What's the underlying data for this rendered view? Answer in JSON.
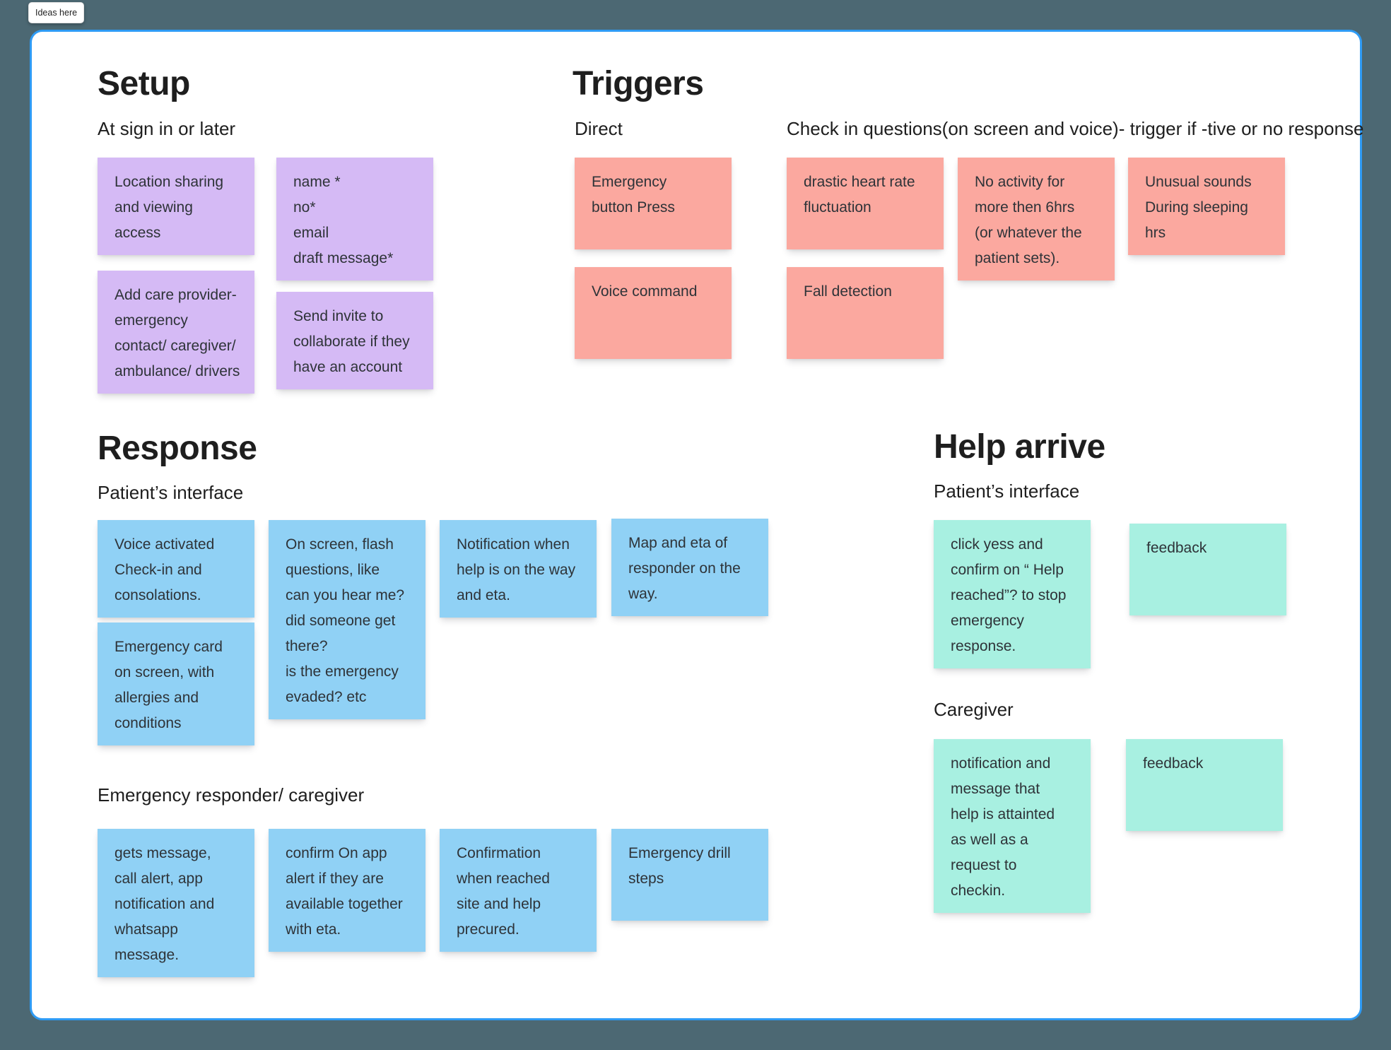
{
  "app": {
    "section_tag": "Ideas here"
  },
  "colors": {
    "canvas_background": "#4C6873",
    "board_background": "#FFFFFF",
    "board_border": "#2E9BF5",
    "sticky_purple": "#D5BAF5",
    "sticky_salmon": "#FBA89F",
    "sticky_blue": "#90D1F5",
    "sticky_teal": "#A8F0E1",
    "text": "#1E1E1E"
  },
  "sections": {
    "setup": {
      "title": "Setup",
      "subtitle": "At sign in or later",
      "notes": [
        {
          "text": "Location sharing\nand viewing\naccess"
        },
        {
          "text": "name *\nno*\nemail\ndraft message*"
        },
        {
          "text": "Add care provider-\nemergency\ncontact/ caregiver/\nambulance/ drivers"
        },
        {
          "text": "Send invite to\ncollaborate if they\nhave an account"
        }
      ]
    },
    "triggers": {
      "title": "Triggers",
      "label_direct": "Direct",
      "label_checkin": "Check in questions(on screen and voice)-  trigger if -tive or no response",
      "notes": [
        {
          "text": "Emergency\nbutton Press"
        },
        {
          "text": "drastic heart rate\nfluctuation"
        },
        {
          "text": "No activity for\nmore then 6hrs\n(or whatever the\npatient sets)."
        },
        {
          "text": "Unusual sounds\nDuring sleeping\nhrs"
        },
        {
          "text": "Voice command"
        },
        {
          "text": "Fall detection"
        }
      ]
    },
    "response": {
      "title": "Response",
      "label_patient": "Patient’s interface",
      "label_responder": "Emergency responder/ caregiver",
      "patient_notes": [
        {
          "text": "Voice activated\nCheck-in and\nconsolations."
        },
        {
          "text": "On screen, flash\nquestions, like\ncan you hear me?\ndid someone get\nthere?\nis the emergency\nevaded? etc"
        },
        {
          "text": "Notification when\nhelp is on the way\nand eta."
        },
        {
          "text": "Map and eta of\nresponder on the\nway."
        },
        {
          "text": "Emergency card\non screen, with\nallergies and\nconditions"
        }
      ],
      "responder_notes": [
        {
          "text": "gets message,\ncall alert, app\nnotification and\nwhatsapp\nmessage."
        },
        {
          "text": "confirm On app\nalert if they are\navailable together\nwith eta."
        },
        {
          "text": "Confirmation\nwhen reached\nsite and help\nprecured."
        },
        {
          "text": "Emergency drill\nsteps"
        }
      ]
    },
    "help_arrive": {
      "title": "Help arrive",
      "label_patient": "Patient’s interface",
      "label_caregiver": "Caregiver",
      "patient_notes": [
        {
          "text": "click yess and\nconfirm on “ Help\nreached”? to stop\nemergency\nresponse."
        },
        {
          "text": "feedback"
        }
      ],
      "caregiver_notes": [
        {
          "text": "notification and\nmessage that\nhelp is attainted\nas well as a\nrequest to\ncheckin."
        },
        {
          "text": "feedback"
        }
      ]
    }
  }
}
